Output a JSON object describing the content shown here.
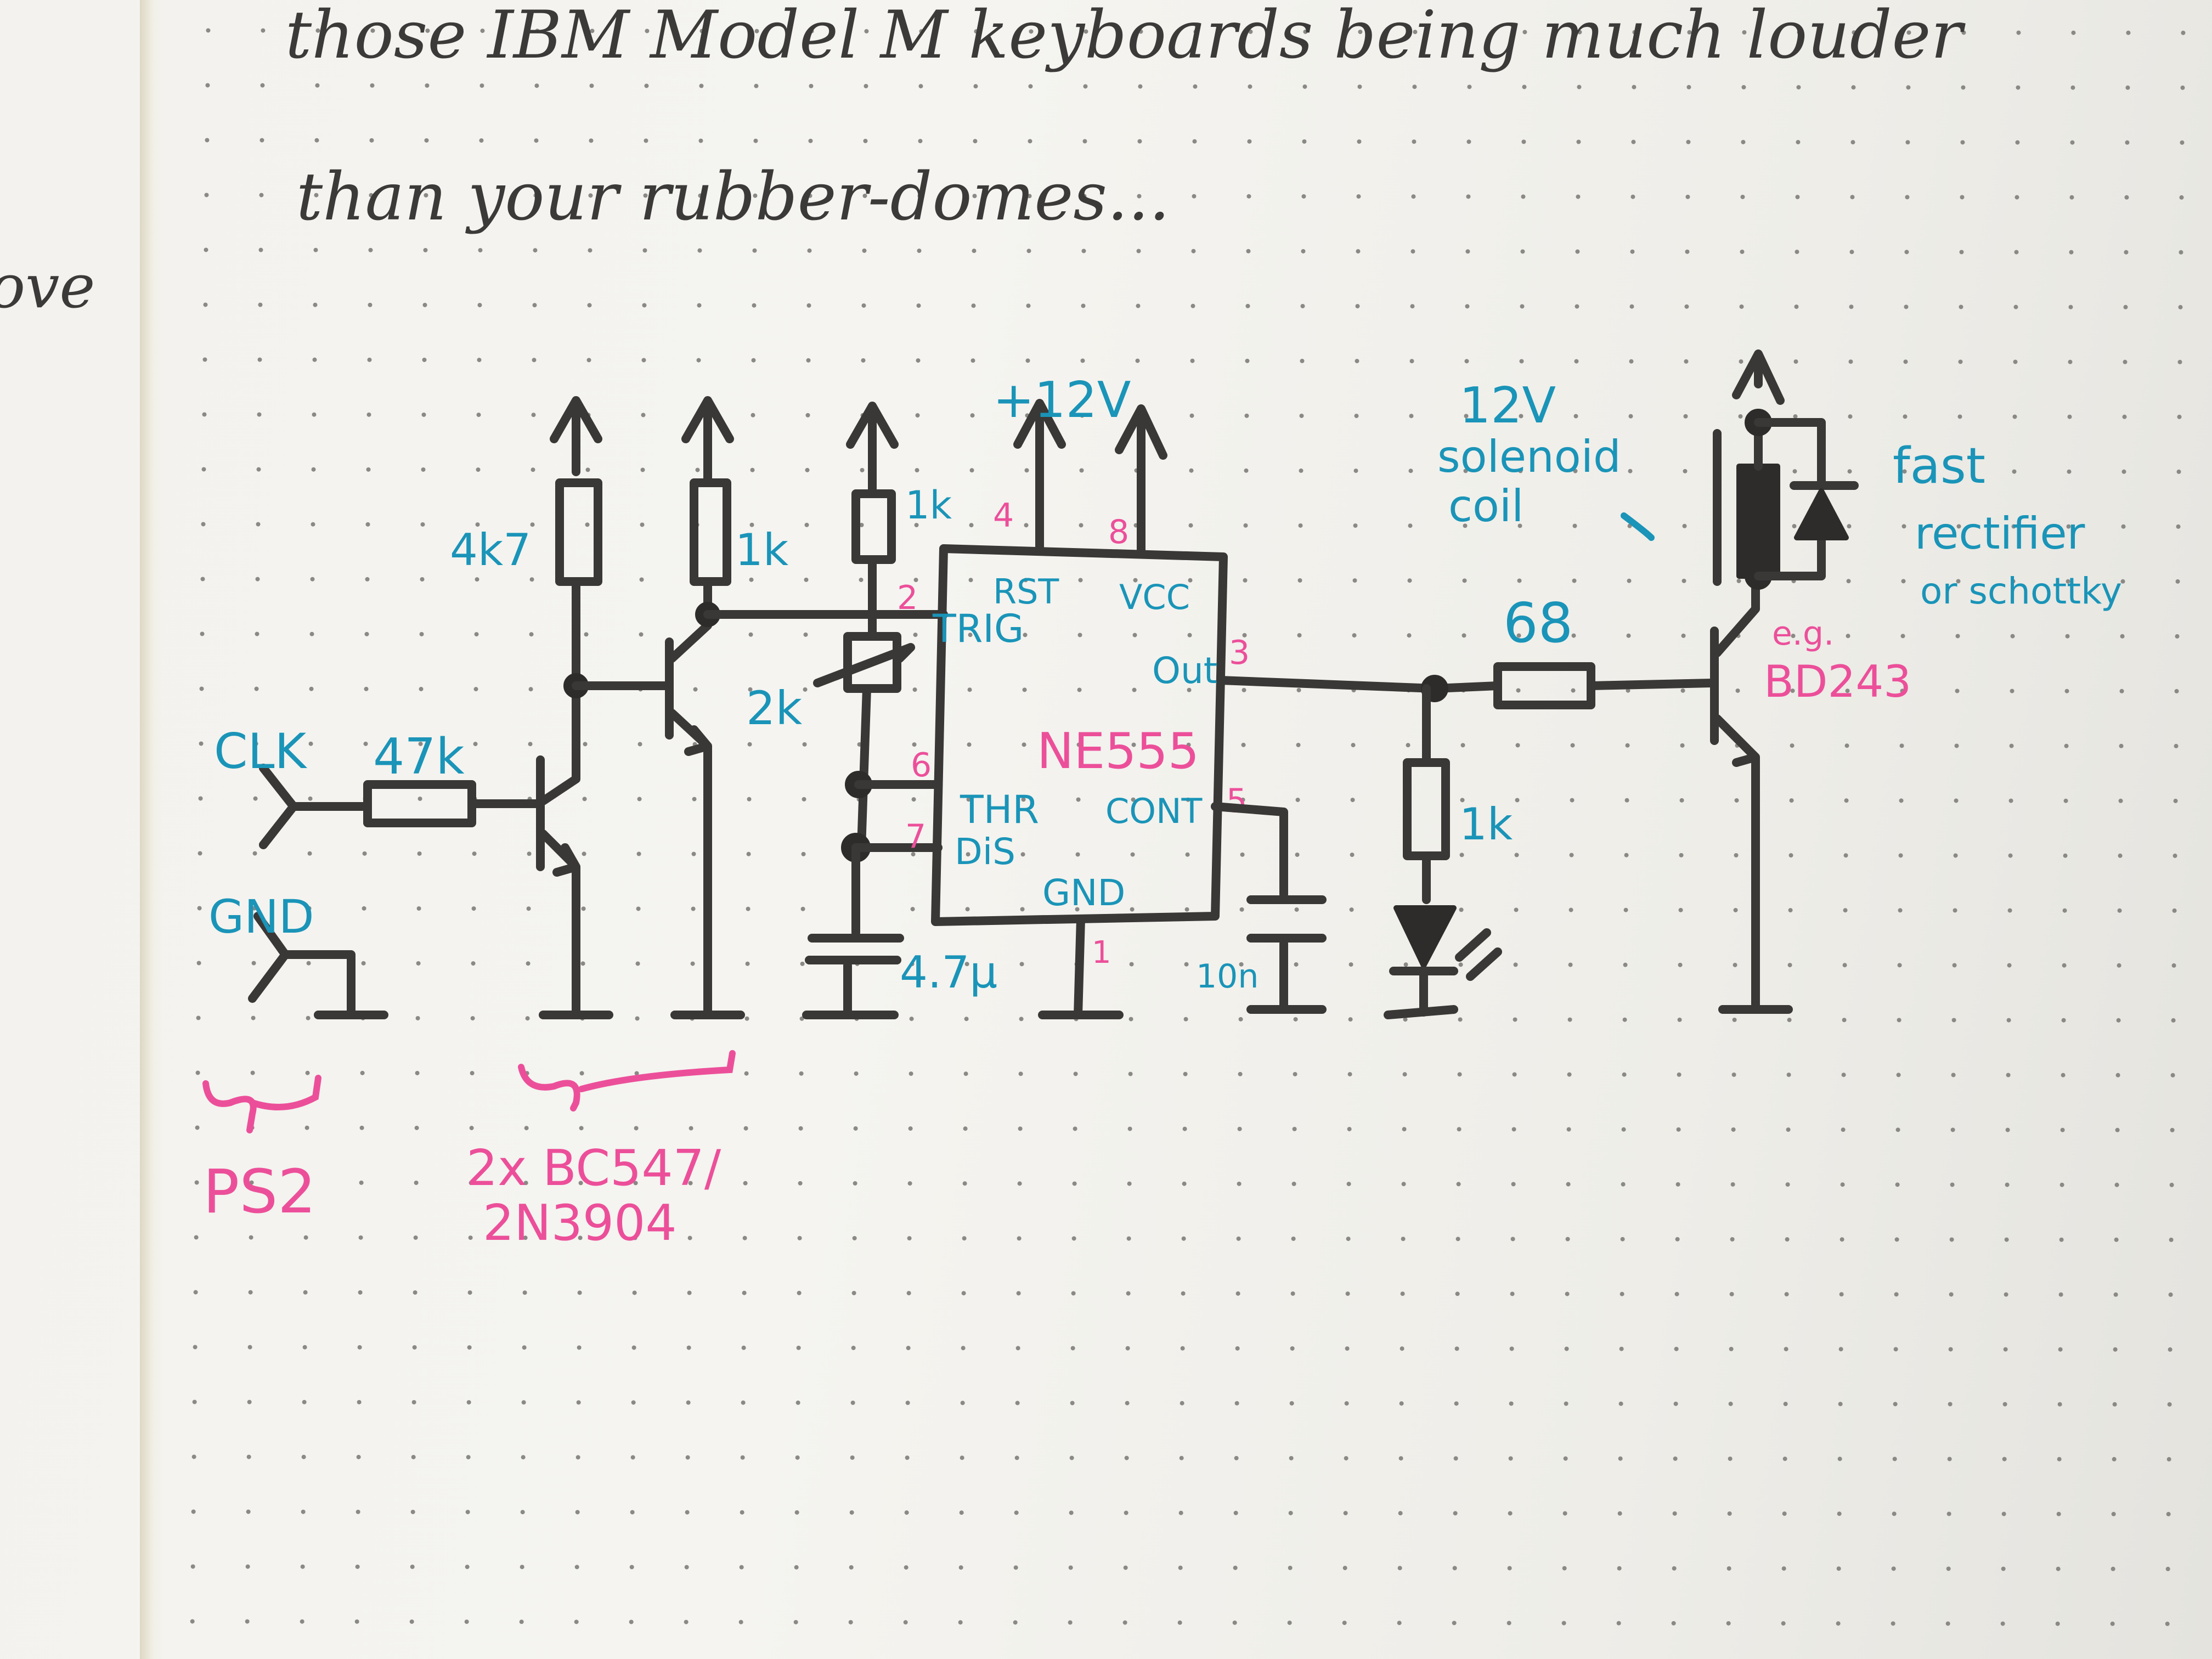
{
  "note": {
    "line1": "those IBM Model M keyboards being much louder",
    "line2": "than your rubber-domes...",
    "left_page_fragment": "ove"
  },
  "supply": {
    "label": "+12V"
  },
  "ps2_connector": {
    "clk_label": "CLK",
    "gnd_label": "GND",
    "bracket_label": "PS2"
  },
  "components": {
    "r_base": "47k",
    "r_pullup1": "4k7",
    "r_pullup2": "1k",
    "r_timing": "1k",
    "pot": "2k",
    "c_timing": "4.7µ",
    "c_control": "10n",
    "r_led": "1k",
    "r_drive": "68",
    "transistors_note_line1": "2x BC547/",
    "transistors_note_line2": "2N3904",
    "power_transistor_note_line1": "e.g.",
    "power_transistor_note_line2": "BD243",
    "solenoid_line1": "12V",
    "solenoid_line2": "solenoid",
    "solenoid_line3": "coil",
    "diode_line1": "fast",
    "diode_line2": "rectifier",
    "diode_line3": "or schottky"
  },
  "ic": {
    "name": "NE555",
    "pins": {
      "rst": {
        "num": "4",
        "name": "RST"
      },
      "vcc": {
        "num": "8",
        "name": "VCC"
      },
      "trig": {
        "num": "2",
        "name": "TRIG"
      },
      "out": {
        "num": "3",
        "name": "Out"
      },
      "thr": {
        "num": "6",
        "name": "THR"
      },
      "dis": {
        "num": "7",
        "name": "DiS"
      },
      "cont": {
        "num": "5",
        "name": "CONT"
      },
      "gnd": {
        "num": "1",
        "name": "GND"
      }
    }
  }
}
